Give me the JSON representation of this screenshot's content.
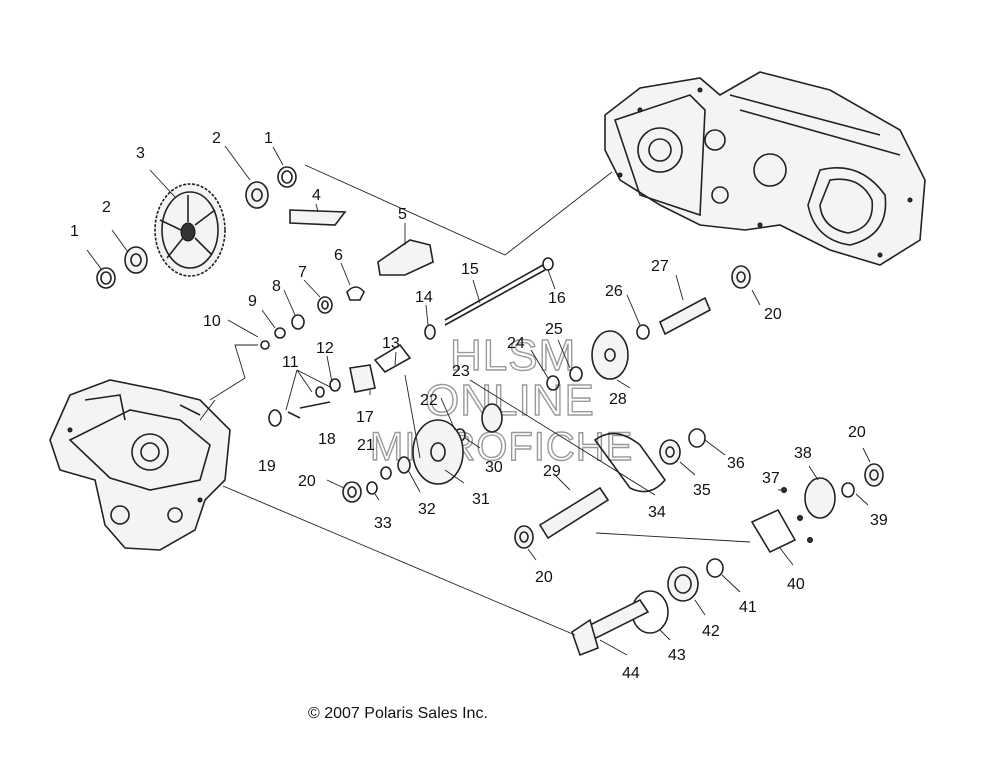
{
  "diagram": {
    "callouts": [
      "1",
      "2",
      "3",
      "1",
      "2",
      "4",
      "5",
      "6",
      "7",
      "8",
      "9",
      "10",
      "11",
      "12",
      "13",
      "14",
      "15",
      "16",
      "17",
      "18",
      "19",
      "20",
      "21",
      "22",
      "23",
      "24",
      "25",
      "26",
      "27",
      "20",
      "28",
      "29",
      "30",
      "31",
      "32",
      "33",
      "34",
      "35",
      "36",
      "37",
      "38",
      "20",
      "39",
      "40",
      "41",
      "42",
      "43",
      "44",
      "20"
    ],
    "watermark": [
      "HLSM",
      "ONLINE",
      "MICROFICHE"
    ]
  },
  "footer": {
    "copyright": "© 2007 Polaris Sales Inc."
  }
}
